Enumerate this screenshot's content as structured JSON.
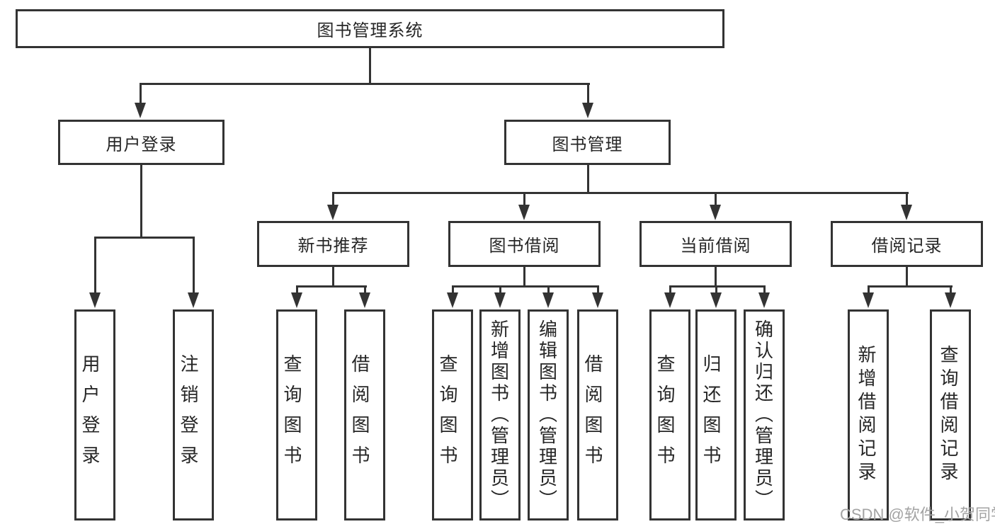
{
  "diagram": {
    "root": {
      "label": "图书管理系统"
    },
    "branches": [
      {
        "label": "用户登录",
        "leaves": [
          {
            "label": "用户登录"
          },
          {
            "label": "注销登录"
          }
        ]
      },
      {
        "label": "图书管理",
        "children": [
          {
            "label": "新书推荐",
            "leaves": [
              {
                "label": "查询图书"
              },
              {
                "label": "借阅图书"
              }
            ]
          },
          {
            "label": "图书借阅",
            "leaves": [
              {
                "label": "查询图书"
              },
              {
                "label": "新增图书（管理员）"
              },
              {
                "label": "编辑图书（管理员）"
              },
              {
                "label": "借阅图书"
              }
            ]
          },
          {
            "label": "当前借阅",
            "leaves": [
              {
                "label": "查询图书"
              },
              {
                "label": "归还图书"
              },
              {
                "label": "确认归还（管理员）"
              }
            ]
          },
          {
            "label": "借阅记录",
            "leaves": [
              {
                "label": "新增借阅记录"
              },
              {
                "label": "查询借阅记录"
              }
            ]
          }
        ]
      }
    ],
    "watermark": "CSDN @软件_小贺同学",
    "colors": {
      "line": "#333333",
      "text": "#262626",
      "background": "#ffffff",
      "watermark": "#a3a3a3"
    }
  }
}
